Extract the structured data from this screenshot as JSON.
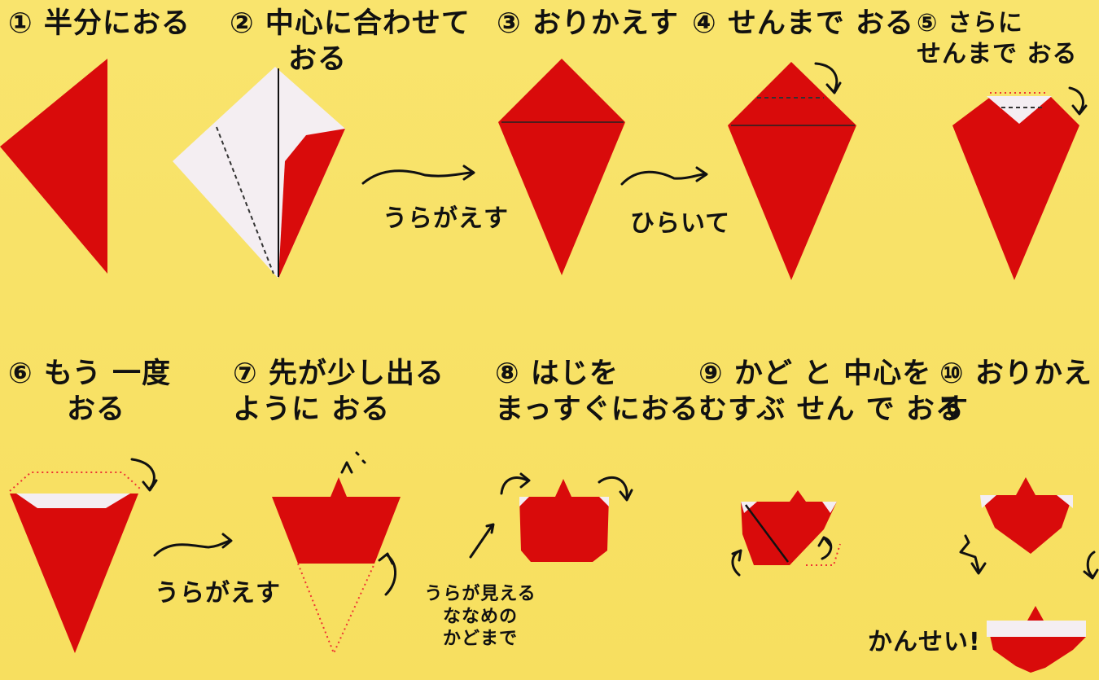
{
  "steps": [
    {
      "label": "① 半分におる"
    },
    {
      "label": "② 中心に合わせて\n　　おる"
    },
    {
      "label": "③ おりかえす"
    },
    {
      "label": "④ せんまで おる"
    },
    {
      "label": "⑤ さらに\nせんまで おる"
    },
    {
      "label": "⑥ もう 一度\n　　おる"
    },
    {
      "label": "⑦ 先が少し出る\nように おる"
    },
    {
      "label": "⑧ はじを\nまっすぐにおる"
    },
    {
      "label": "⑨ かど と 中心を\nむすぶ せん で おる"
    },
    {
      "label": "⑩ おりかえす"
    }
  ],
  "notes": {
    "turn_over_1": "うらがえす",
    "open": "ひらいて",
    "turn_over_2": "うらがえす",
    "back_visible": "うらが見える\nななめの\nかどまで",
    "done": "かんせい!"
  },
  "colors": {
    "background": "#f8e167",
    "red": "#d90b0b",
    "white": "#f6f0f2",
    "ink": "#111111"
  }
}
